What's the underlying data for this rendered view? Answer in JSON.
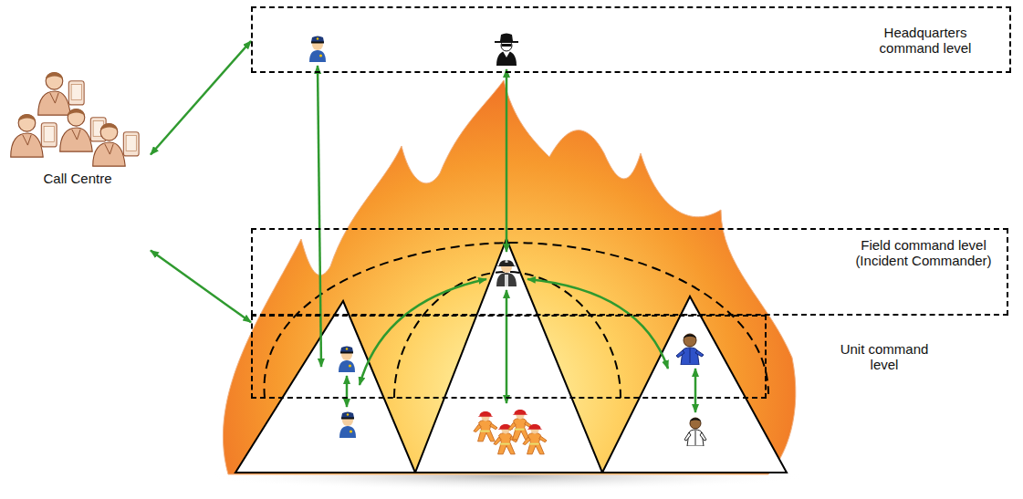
{
  "diagram": {
    "nodes": [
      {
        "text": [
          "Headquarters command level"
        ]
      },
      {
        "text": [
          "Call Centre"
        ]
      },
      {
        "text": [
          "Field command level (Incident Commander)"
        ]
      },
      {
        "text": [
          "Unit command level"
        ]
      }
    ],
    "edges": [
      {
        "from": 1,
        "to": 0,
        "arrow": "both"
      },
      {
        "from": 1,
        "to": 3,
        "arrow": "both"
      }
    ]
  }
}
